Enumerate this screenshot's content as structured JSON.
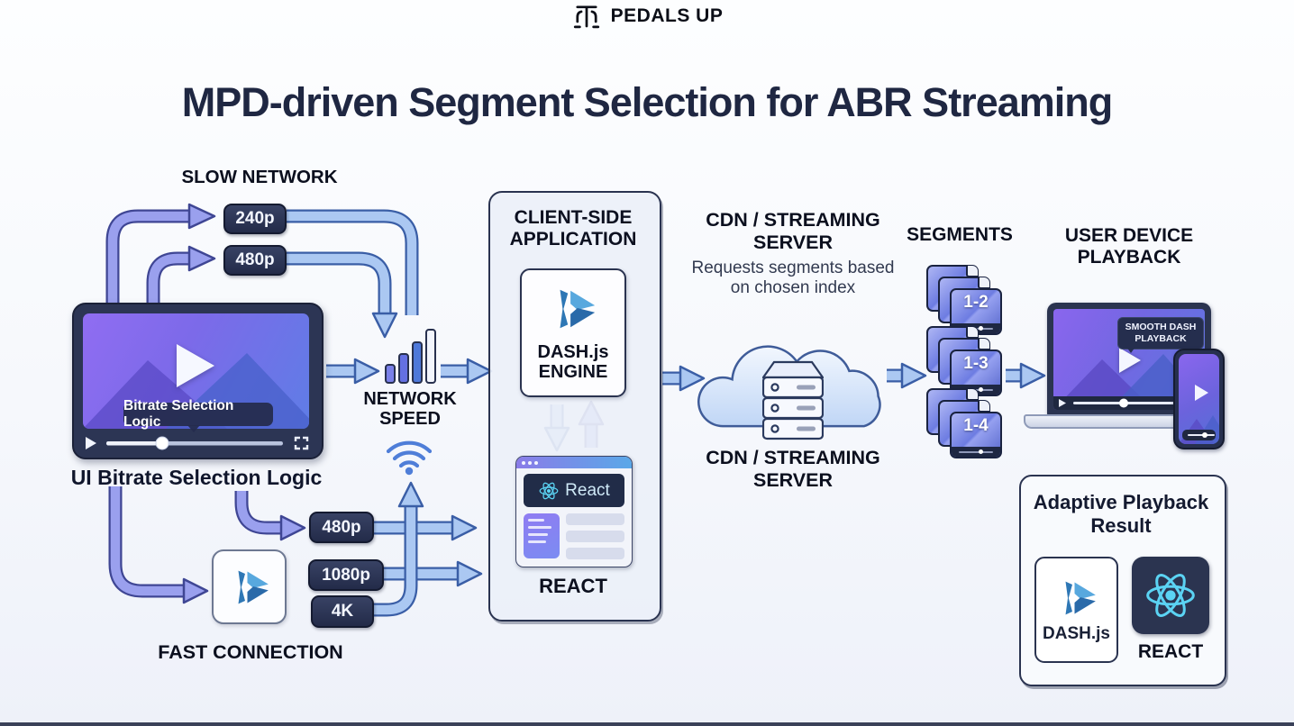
{
  "brand": {
    "name": "PEDALS UP"
  },
  "title": "MPD-driven Segment Selection for ABR Streaming",
  "slow_network": {
    "heading": "SLOW NETWORK",
    "badge_240": "240p",
    "badge_480": "480p"
  },
  "player": {
    "tooltip": "Bitrate Selection Logic",
    "caption": "UI Bitrate Selection Logic"
  },
  "network": {
    "heading": "NETWORK SPEED"
  },
  "client": {
    "heading": "CLIENT-SIDE APPLICATION",
    "engine": "DASH.js ENGINE",
    "react_window": "React",
    "react_caption": "REACT"
  },
  "cdn": {
    "heading": "CDN / STREAMING SERVER",
    "subtitle": "Requests segments based on chosen index",
    "caption": "CDN / STREAMING SERVER"
  },
  "segments": {
    "heading": "SEGMENTS",
    "items": [
      "1-2",
      "1-3",
      "1-4"
    ]
  },
  "device": {
    "heading": "USER DEVICE PLAYBACK",
    "badge": "SMOOTH DASH PLAYBACK"
  },
  "result": {
    "heading": "Adaptive Playback Result",
    "dash": "DASH.js",
    "react": "REACT"
  },
  "fast": {
    "heading": "FAST CONNECTION",
    "badge_480": "480p",
    "badge_1080": "1080p",
    "badge_4k": "4K"
  },
  "colors": {
    "navy": "#2b3450",
    "title": "#1f2742",
    "purple_arrow": "#9aa0ee",
    "blue_arrow": "#abc8f2",
    "react_cyan": "#5bd3f3",
    "dash_blue": "#3b82c4"
  }
}
